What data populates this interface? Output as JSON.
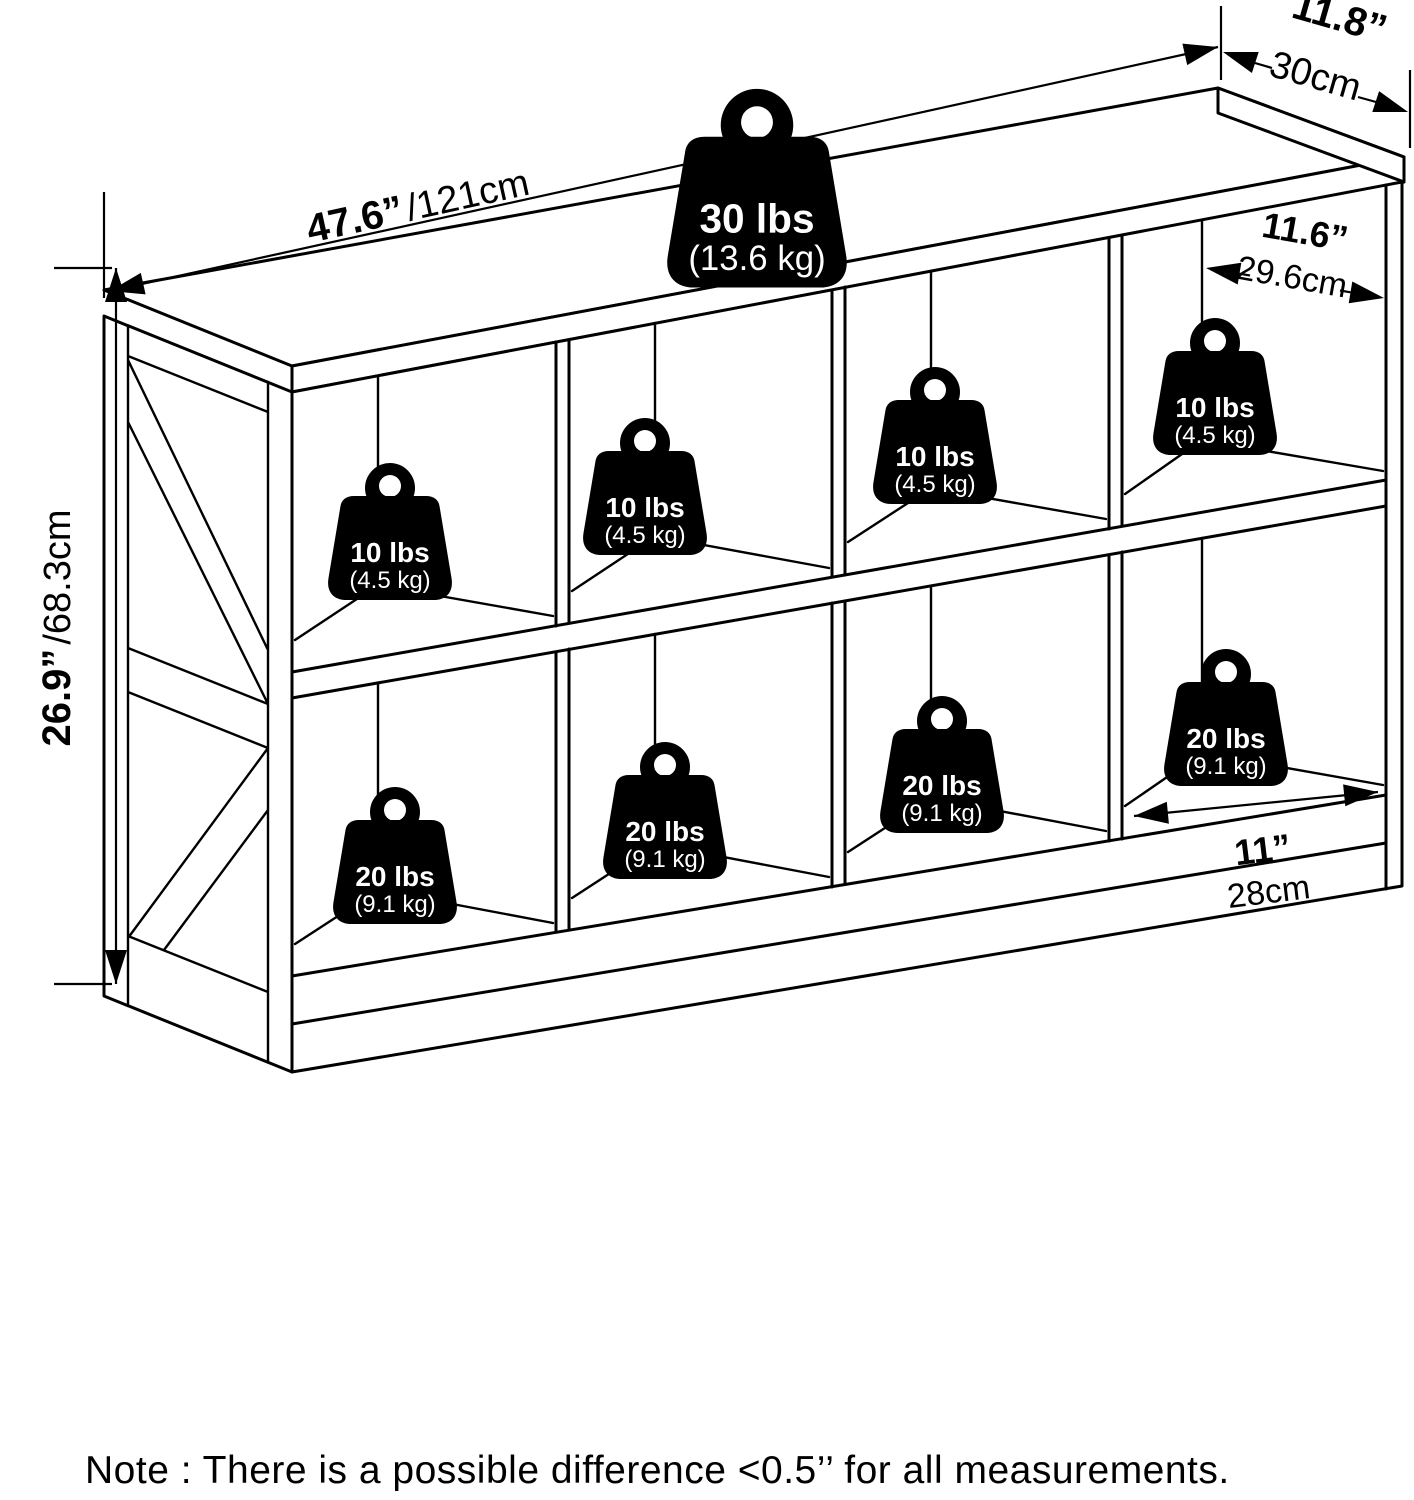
{
  "dimensions": {
    "overall_width": {
      "inches": "47.6”",
      "cm": "/121cm"
    },
    "overall_depth": {
      "inches": "11.8”",
      "cm": "30cm"
    },
    "cube_width": {
      "inches": "11.6”",
      "cm": "29.6cm"
    },
    "overall_height": {
      "inches": "26.9”",
      "cm": "/68.3cm"
    },
    "cube_depth": {
      "inches": "11”",
      "cm": "28cm"
    }
  },
  "weight_capacities": {
    "top_surface": {
      "lbs": "30 lbs",
      "kg": "(13.6 kg)"
    },
    "cubes": [
      {
        "position": "top-row-cube-1",
        "lbs": "10 lbs",
        "kg": "(4.5 kg)"
      },
      {
        "position": "top-row-cube-2",
        "lbs": "10 lbs",
        "kg": "(4.5 kg)"
      },
      {
        "position": "top-row-cube-3",
        "lbs": "10 lbs",
        "kg": "(4.5 kg)"
      },
      {
        "position": "top-row-cube-4",
        "lbs": "10 lbs",
        "kg": "(4.5 kg)"
      },
      {
        "position": "bottom-row-cube-1",
        "lbs": "20 lbs",
        "kg": "(9.1 kg)"
      },
      {
        "position": "bottom-row-cube-2",
        "lbs": "20 lbs",
        "kg": "(9.1 kg)"
      },
      {
        "position": "bottom-row-cube-3",
        "lbs": "20 lbs",
        "kg": "(9.1 kg)"
      },
      {
        "position": "bottom-row-cube-4",
        "lbs": "20 lbs",
        "kg": "(9.1 kg)"
      }
    ]
  },
  "note": "Note : There is a possible difference <0.5’’ for all measurements.",
  "colors": {
    "line": "#000000",
    "background": "#ffffff",
    "badge_fill": "#000000",
    "badge_text": "#ffffff"
  }
}
